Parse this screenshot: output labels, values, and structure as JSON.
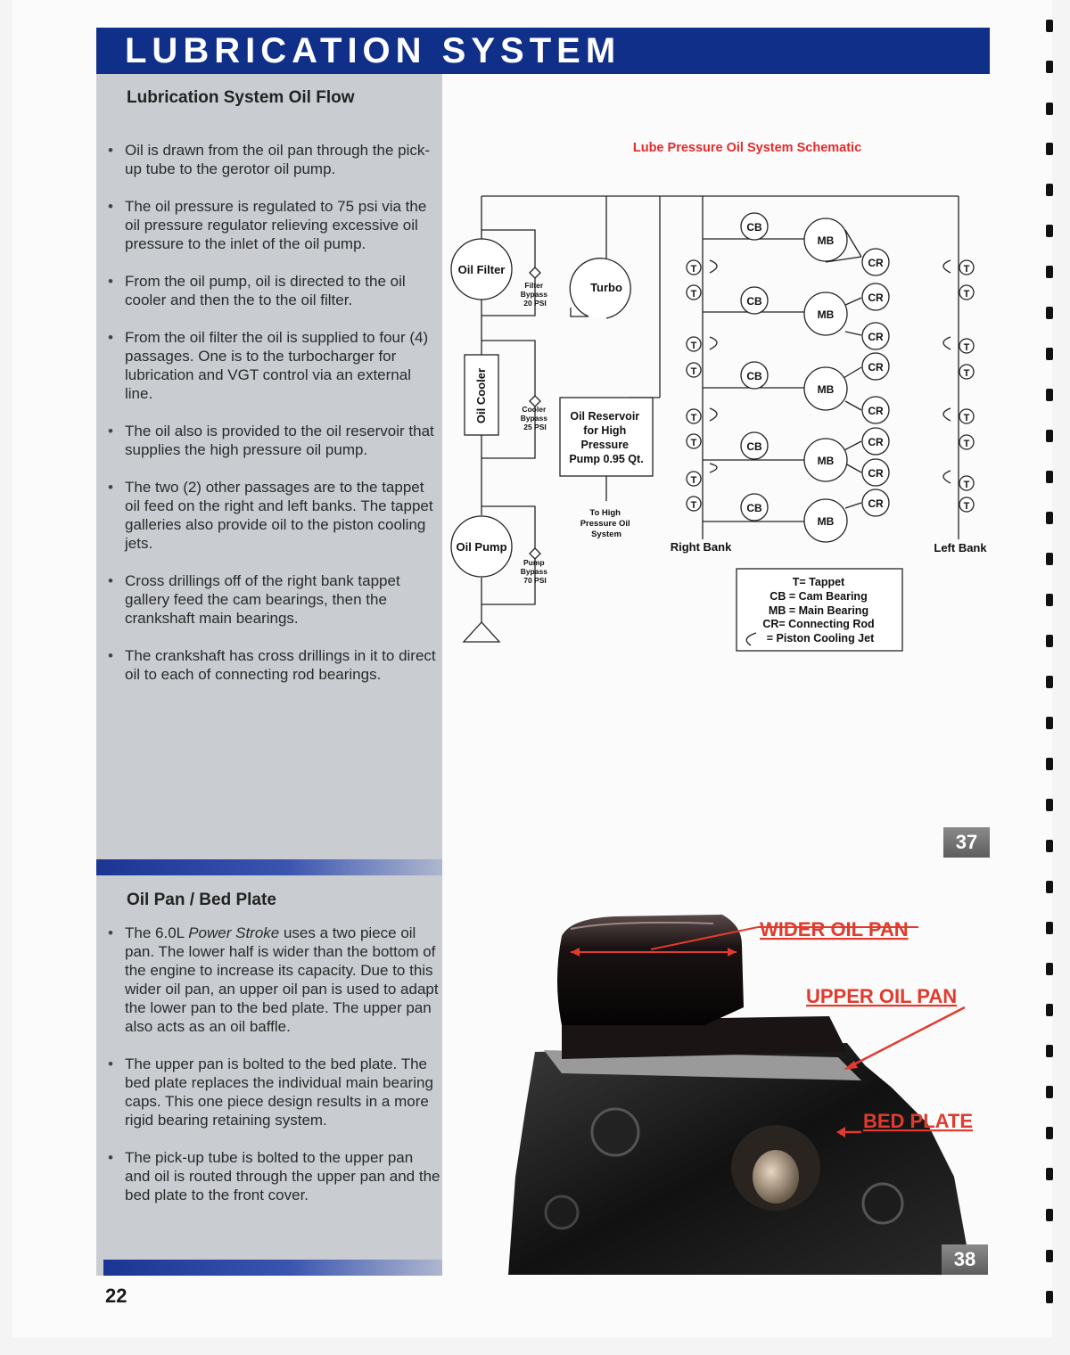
{
  "header": {
    "title": "LUBRICATION SYSTEM"
  },
  "section1": {
    "heading": "Lubrication System Oil Flow",
    "bullets": [
      "Oil is drawn from the oil pan through the pick-up tube to the gerotor oil pump.",
      "The oil pressure is regulated to 75 psi via the oil pressure regulator relieving excessive oil pressure to the inlet of the oil pump.",
      "From the oil pump, oil is directed to the oil cooler and then the to the oil filter.",
      "From the oil filter the oil is supplied to four (4) passages. One is to the turbocharger for lubrication and VGT control via an external line.",
      "The oil also is provided to the oil reservoir that supplies the high pressure oil pump.",
      "The two (2) other passages are to the tappet oil feed on the right and left banks. The tappet galleries also provide oil to the piston cooling jets.",
      "Cross drillings off of the right bank tappet gallery feed the cam bearings, then the crankshaft main bearings.",
      "The crankshaft has cross drillings in it to direct oil to each of connecting rod bearings."
    ]
  },
  "schematic": {
    "title": "Lube Pressure Oil System Schematic",
    "oil_filter": "Oil Filter",
    "oil_cooler": "Oil Cooler",
    "oil_pump": "Oil Pump",
    "turbo": "Turbo",
    "filter_bypass": [
      "Filter",
      "Bypass",
      "20 PSI"
    ],
    "cooler_bypass": [
      "Cooler",
      "Bypass",
      "25 PSI"
    ],
    "pump_bypass": [
      "Pump",
      "Bypass",
      "70 PSI"
    ],
    "reservoir": [
      "Oil Reservoir",
      "for High",
      "Pressure",
      "Pump 0.95 Qt."
    ],
    "to_high_pressure": [
      "To High",
      "Pressure Oil",
      "System"
    ],
    "right_bank": "Right Bank",
    "left_bank": "Left Bank",
    "tappet": "T",
    "cam_bearing": "CB",
    "main_bearing": "MB",
    "connecting_rod": "CR",
    "legend": [
      "T= Tappet",
      "CB = Cam Bearing",
      "MB = Main Bearing",
      "CR= Connecting Rod",
      "= Piston Cooling Jet"
    ]
  },
  "slide_numbers": {
    "first": "37",
    "second": "38"
  },
  "section2": {
    "heading": "Oil Pan / Bed Plate",
    "bullet1_before": "The 6.0L ",
    "bullet1_italic": "Power Stroke",
    "bullet1_after": " uses a two piece oil pan. The lower half is wider than the bottom of the engine to increase its capacity. Due to this wider oil pan, an upper oil pan is used to adapt the lower pan to the bed plate. The upper pan also acts as an oil baffle.",
    "bullets": [
      "The upper pan is bolted to the bed plate. The bed plate replaces the individual main bearing caps. This one piece design results in a more rigid bearing retaining system.",
      "The pick-up tube is bolted to the upper pan and oil is routed through the upper pan and the bed plate to the front cover."
    ]
  },
  "photo": {
    "label_wider": "WIDER OIL PAN",
    "label_upper": "UPPER OIL PAN",
    "label_bed": "BED PLATE"
  },
  "page_number": "22",
  "colors": {
    "title_bar": "#102f88",
    "schematic_title": "#e52b2b",
    "photo_labels": "#e03b2e",
    "left_panel": "#c9ccd1"
  }
}
